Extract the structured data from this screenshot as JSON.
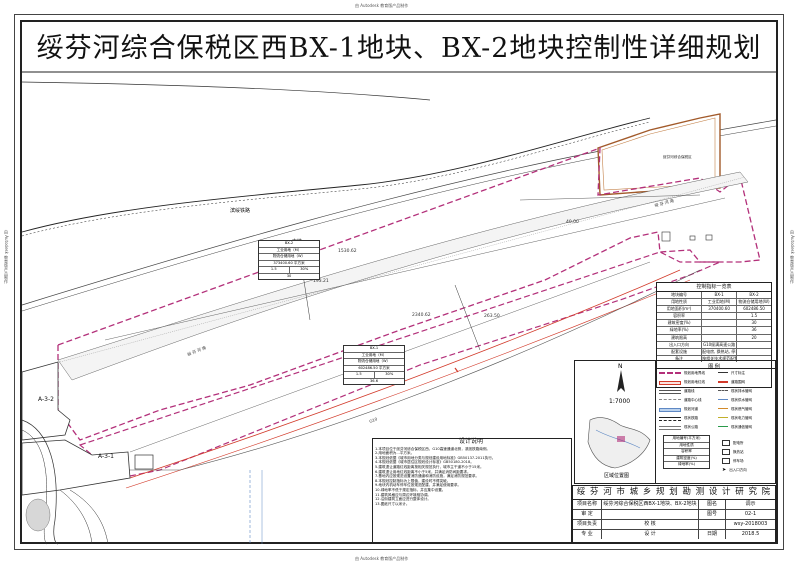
{
  "title": "绥芬河综合保税区西BX-1地块、BX-2地块控制性详细规划",
  "top_tiny": "由 Autodesk 教育版产品制作",
  "side_tiny": "由 Autodesk 教育版产品制作",
  "map_labels": {
    "binsui_railway": "滨绥铁路",
    "south_railway": "南铁",
    "zone_right": "绥芬河综合保税区",
    "a32": "A-3-2",
    "a31": "A-3-1",
    "river_a": "绥 芬 河 南",
    "river_b": "绥 芬 河 南",
    "road_s": "G10",
    "dim_1": "1530.62",
    "dim_2": "193.21",
    "dim_3": "2340.62",
    "dim_4": "263.50",
    "dim_5": "40.00"
  },
  "plot_bx2": {
    "name": "BX-2",
    "use": "工业用地（M）",
    "use2": "物流仓储用地（W）",
    "area": "373400.60 平方米",
    "far": "1.5",
    "density": "30%",
    "code": "30"
  },
  "plot_bx1": {
    "name": "BX-1",
    "use": "工业用地（M）",
    "use2": "物流仓储用地（W）",
    "area": "602486.50 平方米",
    "far": "1.5",
    "density": "30%",
    "code": "36.6"
  },
  "control_table": {
    "header": "控制指标一览表",
    "rows": [
      [
        "地块编号",
        "BX-1",
        "BX-2"
      ],
      [
        "用地性质",
        "工业用地(M)",
        "物流仓储用地(W)"
      ],
      [
        "用地面积(m²)",
        "370400.60",
        "602486.50"
      ],
      [
        "容积率",
        "",
        "1.5"
      ],
      [
        "建筑密度(%)",
        "",
        "30"
      ],
      [
        "绿地率(%)",
        "",
        "36"
      ],
      [
        "建筑限高",
        "",
        "20"
      ],
      [
        "出入口方向",
        "G10绥满高速公路",
        ""
      ],
      [
        "配套设施",
        "配电房, 换热站, 停车场, 垃圾收集点",
        ""
      ],
      [
        "备注",
        "按相关技术规范配置",
        ""
      ]
    ]
  },
  "legend": {
    "title": "图 例",
    "items": [
      {
        "label": "规划用地界线",
        "label2": "尺寸标注",
        "color": "#b3307a",
        "style": "dashed"
      },
      {
        "label": "规划用地红线",
        "label2": "道路围网",
        "color": "#d23a2a",
        "style": "solid"
      },
      {
        "label": "道路线",
        "label2": "现状排水管网",
        "color": "#555555",
        "style": "solid"
      },
      {
        "label": "道路中心线",
        "label2": "现状供水管网",
        "color": "#888888",
        "style": "dashdot"
      },
      {
        "label": "规划河道",
        "label2": "现状燃气管网",
        "color": "#5e88c4",
        "style": "solid"
      },
      {
        "label": "现状铁路",
        "label2": "现状电力管网",
        "color": "#222222",
        "style": "solid"
      },
      {
        "label": "现状公路",
        "label2": "现状通信管网",
        "color": "#777777",
        "style": "solid"
      }
    ],
    "mini_box": {
      "l1": "用地编号(平方米)",
      "l2": "用地性质",
      "l3": "容积率",
      "l4": "建筑密度(%)",
      "l5": "绿地率(%)"
    },
    "right_items": [
      "配电所",
      "换热站",
      "停车场",
      "出入口方向"
    ]
  },
  "scale": "1:7000",
  "north": "N",
  "location_caption": "区域位置图",
  "notes": {
    "title": "设计说明",
    "lines": [
      "1.本项目位于绥芬河综合保税区西，G10高速通道北侧，滨绥铁路南侧。",
      "2.用地面积为...平方米。",
      "3.本规划依据《城市用地分类与规划建设用地标准》GB50137-2011执行。",
      "4.本规划依据《城市居住区规划设计标准》GB50180-2018。",
      "5.建筑退让道路红线距离按相关规范执行，城市主干道不小于15米。",
      "6.建筑退让用地红线距离不小于5米，并满足消防间距要求。",
      "7.基地内应按规范设置消防通道和消防设施，满足消防规范要求。",
      "8.本规划控制指标为上限值，建设时不得突破。",
      "9.地块内机动车停车位按规范配建，并满足使用要求。",
      "10.绿地率不低于规定指标，并应集中设置。",
      "11.建筑风格应与周边环境相协调。",
      "12.沿街建筑立面应进行整体设计。",
      "13.图纸尺寸以米计。"
    ]
  },
  "title_block": {
    "org": "绥 芬 河 市 城 乡 规 划 勘 测 设 计 研 究 院",
    "rows": [
      [
        "项目名称",
        "绥芬河综合保税区西BX-1地块、BX-2地块",
        "图名",
        "调示"
      ],
      [
        "审 定",
        "",
        "图号",
        "02-1"
      ],
      [
        "项目负责",
        "校 核",
        "",
        "wsy-2018003"
      ],
      [
        "专 业",
        "设 计",
        "日期",
        "2018.5"
      ]
    ]
  },
  "bottom_tiny": "由 Autodesk 教育版产品制作"
}
